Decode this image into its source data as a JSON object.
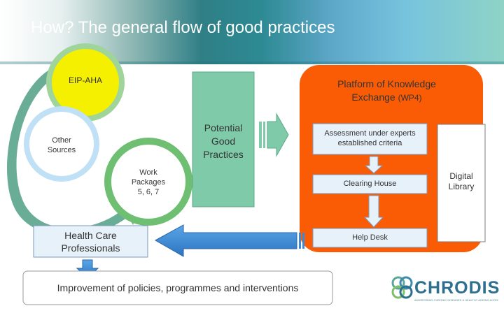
{
  "slide": {
    "title": "How? The general flow of good practices"
  },
  "diagram": {
    "eip_aha": "EIP-AHA",
    "other_sources_line1": "Other",
    "other_sources_line2": "Sources",
    "work_packages_line1": "Work",
    "work_packages_line2": "Packages",
    "work_packages_line3": "5, 6, 7",
    "potential_line1": "Potential",
    "potential_line2": "Good",
    "potential_line3": "Practices",
    "platform_line1": "Platform of Knowledge",
    "platform_line2_main": "Exchange",
    "platform_line2_wp": "(WP4)",
    "assessment_line1": "Assessment under experts",
    "assessment_line2": "established criteria",
    "clearing_house": "Clearing House",
    "help_desk": "Help Desk",
    "digital_library_line1": "Digital",
    "digital_library_line2": "Library",
    "hcp_line1": "Health Care",
    "hcp_line2": "Professionals",
    "improvement": "Improvement of policies, programmes and interventions"
  },
  "logo": {
    "name": "CHRODIS",
    "tagline": "ADDRESSING CHRONIC DISEASES & HEALTHY AGEING ACROSS THE LIFE CYCLE"
  },
  "colors": {
    "platform": "#fa5c05",
    "teal_box": "#7fcaa9",
    "light_box": "#e7f1fa",
    "arrow_blue": "#3d8bd6",
    "yellow_circle": "#f5ef00",
    "green_ring": "#6fbf73"
  }
}
